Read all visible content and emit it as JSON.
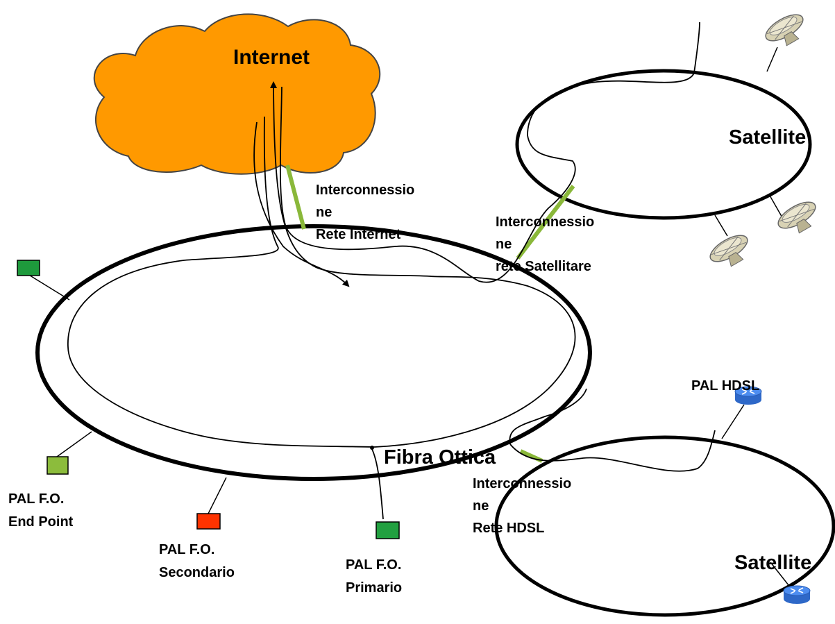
{
  "cloud": {
    "label": "Internet",
    "fill": "#ff9900",
    "stroke": "#444444"
  },
  "rings": {
    "main": {
      "label": "Fibra Ottica"
    },
    "satellite_top": {
      "label": "Satellite"
    },
    "satellite_bottom": {
      "label": "Satellite"
    }
  },
  "interconnections": {
    "internet": {
      "line1": "Interconnessio",
      "line2": "ne",
      "line3": "Rete Internet"
    },
    "satellite": {
      "line1": "Interconnessio",
      "line2": "ne",
      "line3": "rete Satellitare"
    },
    "hdsl": {
      "line1": "Interconnessio",
      "line2": "ne",
      "line3": "Rete HDSL"
    },
    "link_color": "#8ab83a"
  },
  "nodes": {
    "end_point": {
      "line1": "PAL F.O.",
      "line2": "End Point",
      "color": "#8cbc3c"
    },
    "secondario": {
      "line1": "PAL F.O.",
      "line2": "Secondario",
      "color": "#ff3300"
    },
    "primario": {
      "line1": "PAL F.O.",
      "line2": "Primario",
      "color": "#22a040"
    },
    "top_left": {
      "color": "#1e9a3c"
    },
    "hdsl_router": {
      "label": "PAL HDSL",
      "color": "#3b7de0"
    }
  },
  "icons": [
    "satellite-dish-icon",
    "router-icon"
  ]
}
